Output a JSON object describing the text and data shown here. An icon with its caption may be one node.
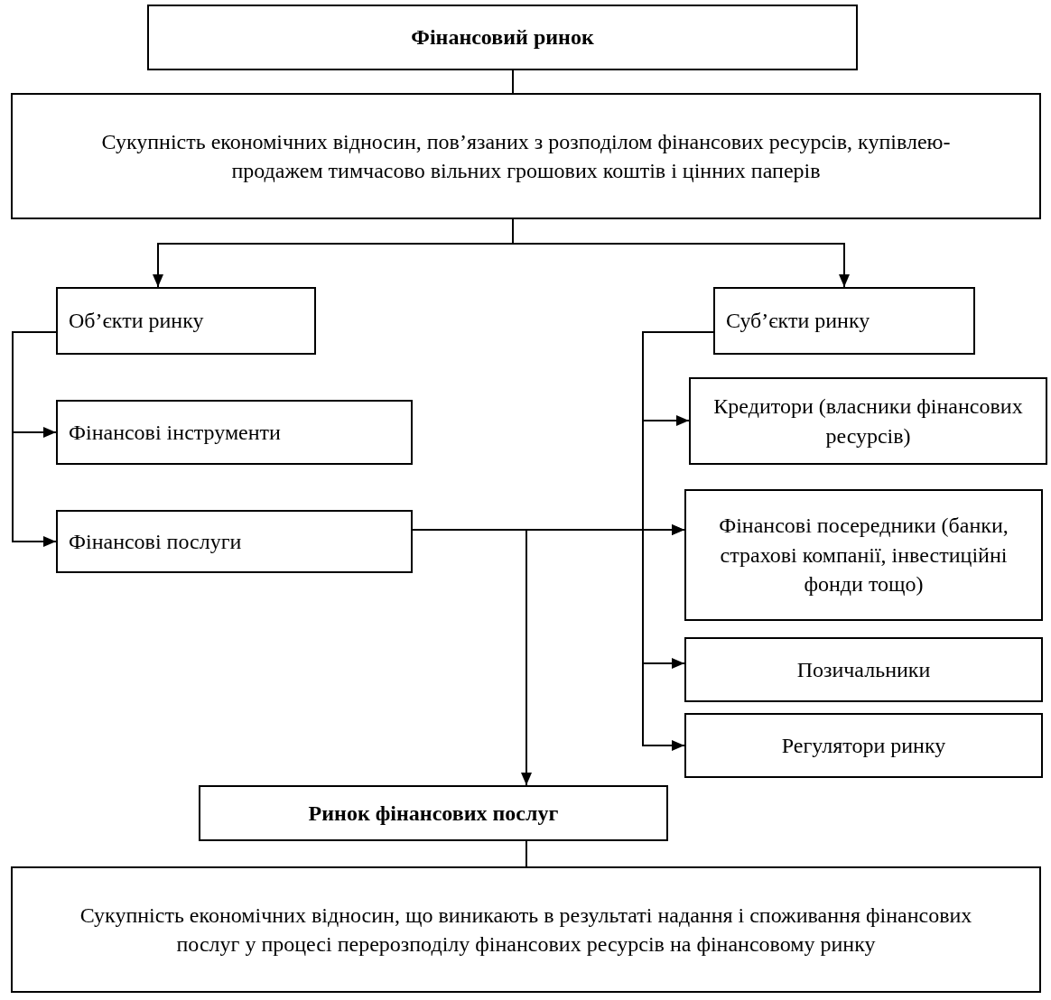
{
  "diagram": {
    "nodes": [
      {
        "text": [
          "Фінансовий ринок"
        ]
      },
      {
        "text": [
          "Сукупність економічних відносин, пов’язаних з розподілом фінансових ресурсів, купівлею-продажем тимчасово вільних грошових коштів і цінних паперів"
        ]
      },
      {
        "text": [
          "Об’єкти ринку"
        ]
      },
      {
        "text": [
          "Фінансові інструменти"
        ]
      },
      {
        "text": [
          "Фінансові послуги"
        ]
      },
      {
        "text": [
          "Суб’єкти ринку"
        ]
      },
      {
        "text": [
          "Кредитори (власники фінансових ресурсів)"
        ]
      },
      {
        "text": [
          "Фінансові посередники (банки, страхові компанії, інвестиційні фонди тощо)"
        ]
      },
      {
        "text": [
          "Позичальники"
        ]
      },
      {
        "text": [
          "Регулятори ринку"
        ]
      },
      {
        "text": [
          "Ринок фінансових послуг"
        ]
      },
      {
        "text": [
          "Сукупність економічних відносин, що виникають в результаті надання і споживання фінансових послуг у процесі перерозподілу фінансових ресурсів на фінансовому ринку"
        ]
      }
    ],
    "edges": [
      {
        "from": 0,
        "to": 1,
        "arrow": "none"
      },
      {
        "from": 1,
        "to": 2,
        "arrow": "to"
      },
      {
        "from": 1,
        "to": 5,
        "arrow": "to"
      },
      {
        "from": 2,
        "to": 3,
        "arrow": "to"
      },
      {
        "from": 2,
        "to": 4,
        "arrow": "to"
      },
      {
        "from": 5,
        "to": 6,
        "arrow": "to"
      },
      {
        "from": 5,
        "to": 7,
        "arrow": "to"
      },
      {
        "from": 5,
        "to": 8,
        "arrow": "to"
      },
      {
        "from": 5,
        "to": 9,
        "arrow": "to"
      },
      {
        "from": 4,
        "to": 7,
        "arrow": "to"
      },
      {
        "from": 4,
        "to": 10,
        "arrow": "to"
      },
      {
        "from": 10,
        "to": 11,
        "arrow": "none"
      }
    ]
  }
}
